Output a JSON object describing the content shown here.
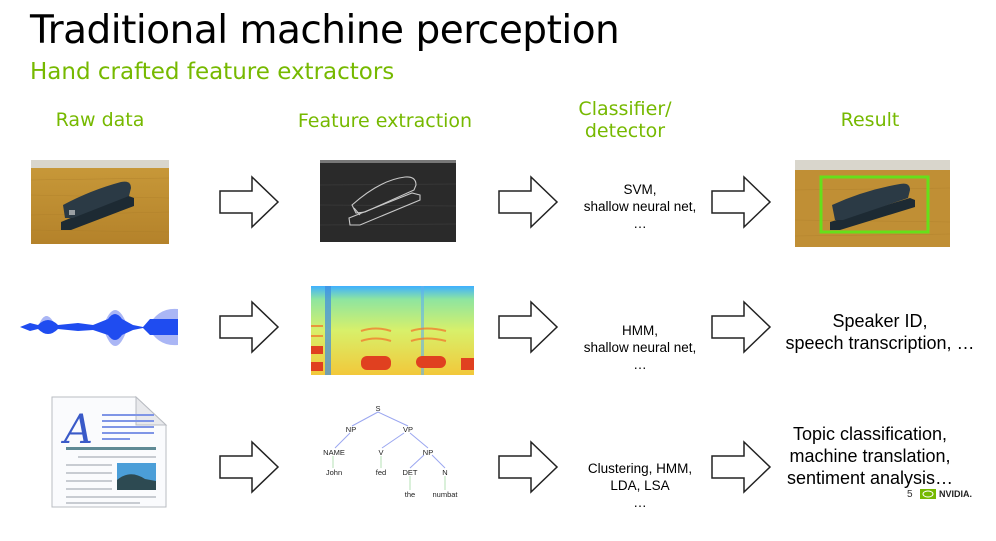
{
  "slide": {
    "title": "Traditional machine perception",
    "subtitle": "Hand crafted feature extractors",
    "accent_color": "#76b900",
    "page_number": "5",
    "logo_text": "NVIDIA."
  },
  "columns": [
    {
      "label": "Raw data"
    },
    {
      "label": "Feature extraction"
    },
    {
      "label_line1": "Classifier/",
      "label_line2": "detector"
    },
    {
      "label": "Result"
    }
  ],
  "rows": [
    {
      "raw": "stapler-photo",
      "feature": "edge-detected-stapler",
      "classifier": [
        "SVM,",
        "shallow neural net,",
        "…"
      ],
      "result_image": "stapler-photo-with-bounding-box",
      "bbox_color": "#66e01a"
    },
    {
      "raw": "audio-waveform",
      "feature": "spectrogram",
      "classifier": [
        "HMM,",
        "shallow neural net,",
        "…"
      ],
      "result": [
        "Speaker ID,",
        "speech transcription, …"
      ]
    },
    {
      "raw": "text-document",
      "feature": "parse-tree",
      "parse_tree": {
        "nodes": [
          "S",
          "NP",
          "VP",
          "NAME",
          "V",
          "NP",
          "John",
          "fed",
          "DET",
          "N",
          "the",
          "numbat"
        ]
      },
      "classifier": [
        "Clustering, HMM,",
        "LDA, LSA",
        "…"
      ],
      "result": [
        "Topic classification,",
        "machine translation,",
        "sentiment analysis…"
      ]
    }
  ]
}
